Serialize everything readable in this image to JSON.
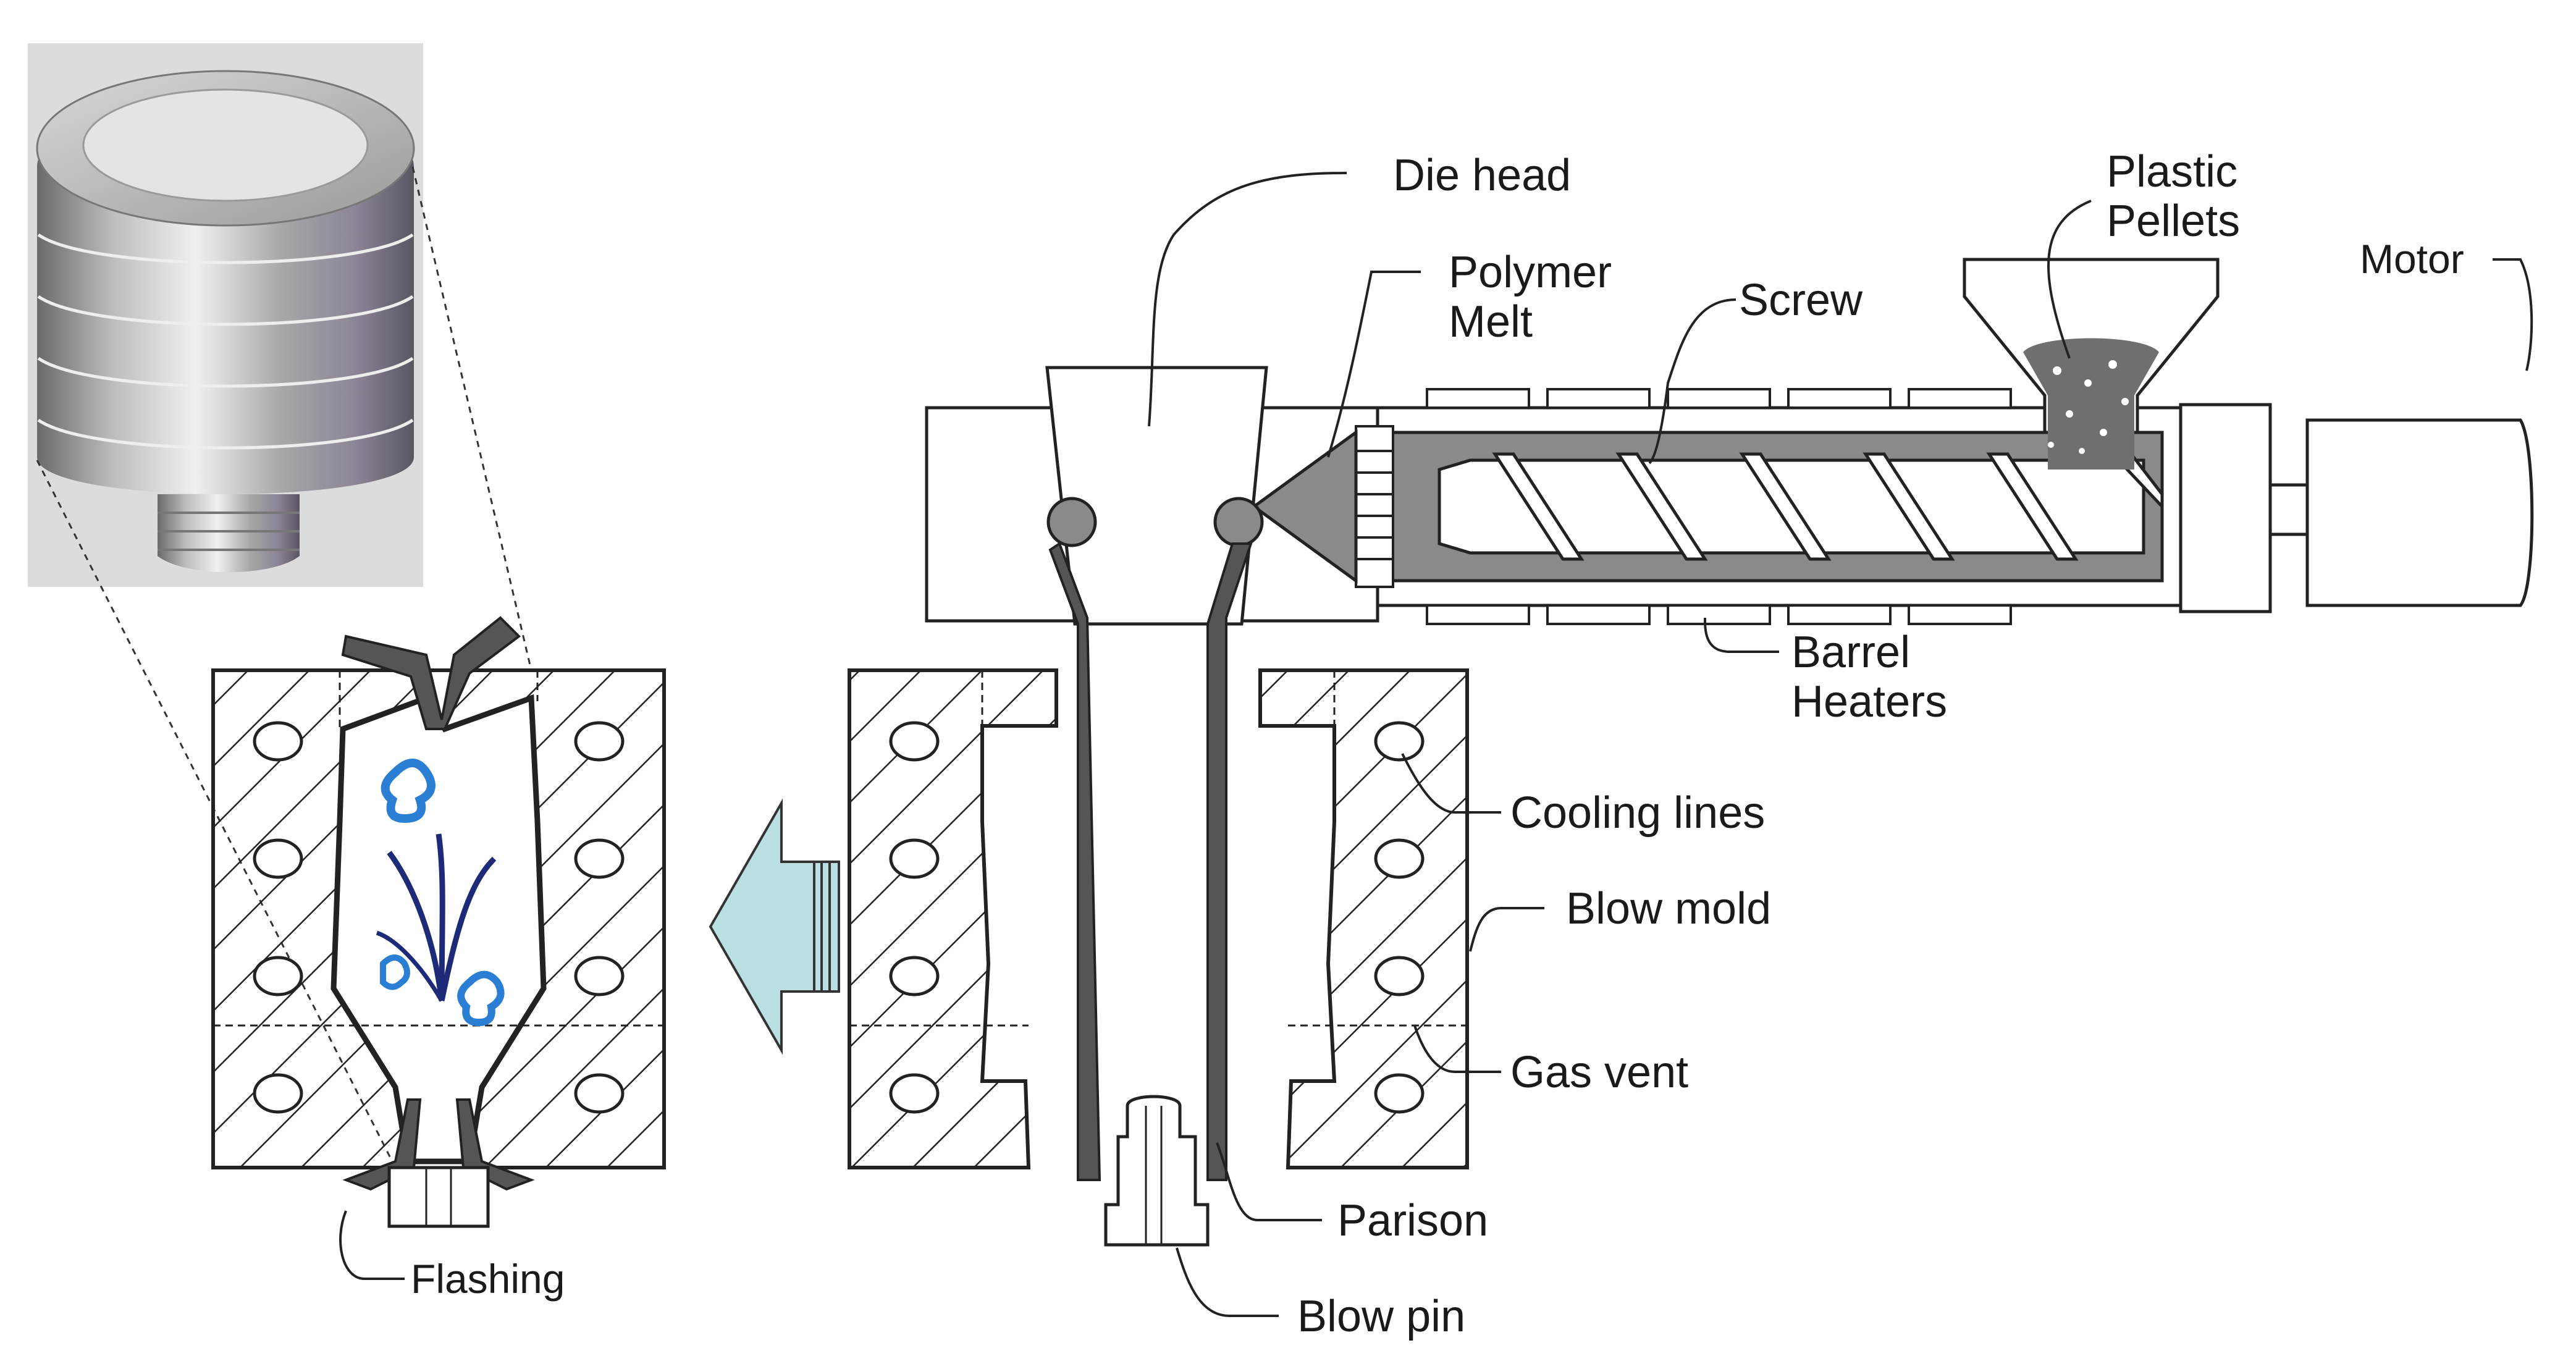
{
  "labels": {
    "die_head": "Die head",
    "polymer_melt_1": "Polymer",
    "polymer_melt_2": "Melt",
    "screw": "Screw",
    "plastic_pellets_1": "Plastic",
    "plastic_pellets_2": "Pellets",
    "motor": "Motor",
    "barrel_heaters_1": "Barrel",
    "barrel_heaters_2": "Heaters",
    "cooling_lines": "Cooling lines",
    "blow_mold": "Blow mold",
    "gas_vent": "Gas vent",
    "parison": "Parison",
    "blow_pin": "Blow pin",
    "flashing": "Flashing"
  },
  "colors": {
    "outline": "#222222",
    "melt_gray": "#8a8a8a",
    "pellet_gray": "#6f6f6f",
    "arrow_fill": "#b9dfe3",
    "bottle_blue": "#2a7fd4",
    "bottle_navy": "#1d2a78"
  },
  "icons": {
    "product_render": "threaded-cylinder-product",
    "transfer_arrow": "left-arrow"
  }
}
